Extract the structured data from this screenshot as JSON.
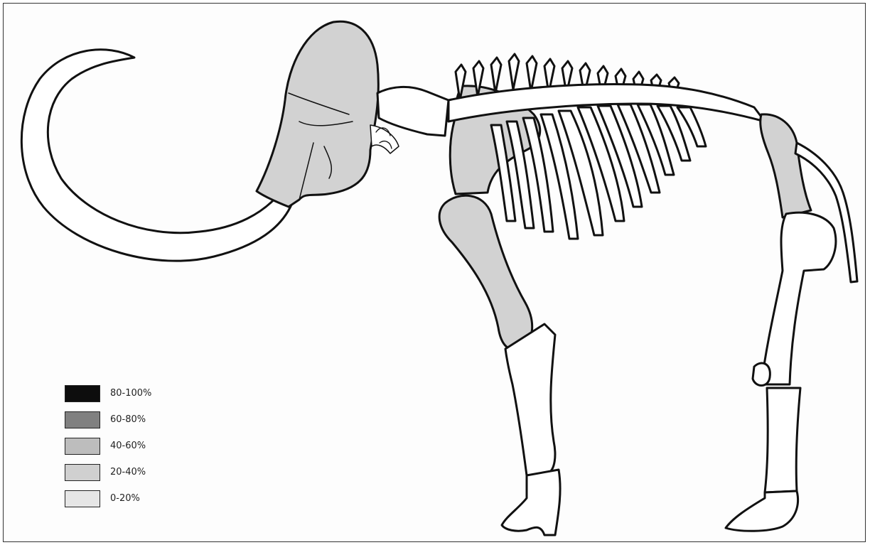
{
  "legend": {
    "items": [
      {
        "label": "80-100%",
        "color": "#0d0d0d"
      },
      {
        "label": "60-80%",
        "color": "#808080"
      },
      {
        "label": "40-60%",
        "color": "#bdbdbd"
      },
      {
        "label": "20-40%",
        "color": "#d0d0d0"
      },
      {
        "label": "0-20%",
        "color": "#e6e6e6"
      }
    ]
  },
  "colors": {
    "outline": "#111111",
    "bone_unshaded": "#ffffff",
    "bone_shaded": "#d2d2d2"
  }
}
